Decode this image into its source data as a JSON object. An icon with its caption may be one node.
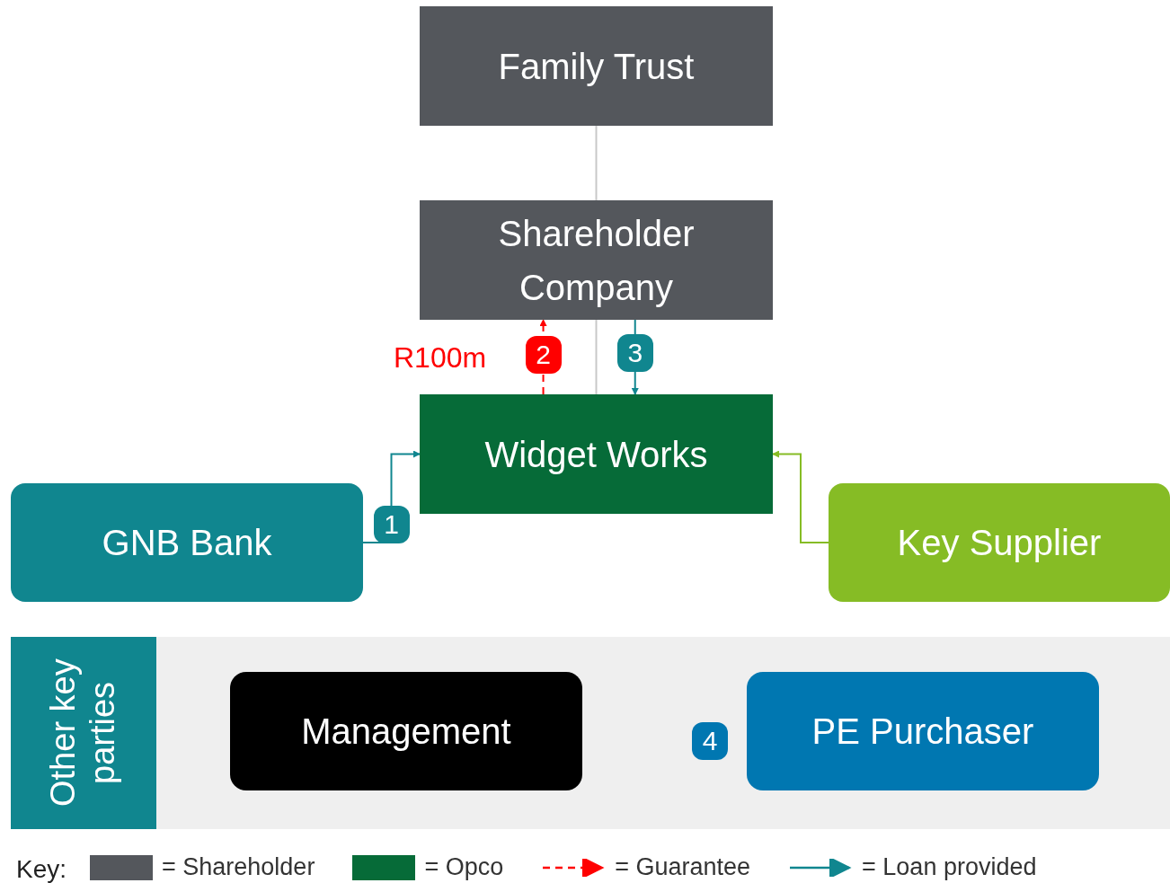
{
  "diagram": {
    "nodes": [
      {
        "text": [
          "Family Trust"
        ]
      },
      {
        "text": [
          "Shareholder Company"
        ]
      },
      {
        "text": [
          "Widget Works"
        ]
      },
      {
        "text": [
          "GNB Bank"
        ]
      },
      {
        "text": [
          "Key Supplier"
        ]
      },
      {
        "text": [
          "Other key parties"
        ]
      },
      {
        "text": [
          "Management"
        ],
        "in": 5
      },
      {
        "text": [
          "PE Purchaser"
        ],
        "in": 5,
        "beside": [
          "4"
        ]
      }
    ],
    "edges": [
      {
        "from": 0,
        "to": 1,
        "arrow": "none",
        "color": "#c8c8c8"
      },
      {
        "from": 1,
        "to": 2,
        "arrow": "none",
        "color": "#c8c8c8"
      },
      {
        "from": 2,
        "to": 1,
        "arrow": "to",
        "style": "dashed",
        "color": "#ff0000",
        "label": "2"
      },
      {
        "from": 1,
        "to": 2,
        "arrow": "to",
        "color": "#10868f",
        "label": "3"
      },
      {
        "from": 3,
        "to": 2,
        "arrow": "to",
        "color": "#10868f",
        "label": "1"
      },
      {
        "from": 4,
        "to": 2,
        "arrow": "to",
        "color": "#86bc25"
      }
    ],
    "labels": [
      "R100m",
      "Key:"
    ],
    "legend": [
      {
        "text": "= Shareholder",
        "color": "#54575c"
      },
      {
        "text": "= Opco",
        "color": "#066b38"
      },
      {
        "text": "= Guarantee"
      },
      {
        "text": "= Loan provided"
      }
    ]
  }
}
